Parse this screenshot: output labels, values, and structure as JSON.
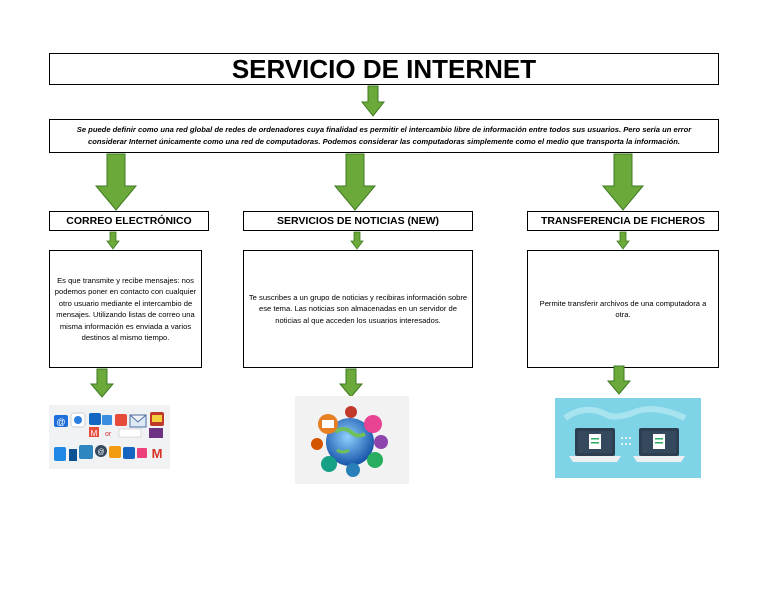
{
  "title": "SERVICIO DE INTERNET",
  "definition": "Se puede definir como una red global de redes de ordenadores cuya finalidad es permitir el intercambio libre de información entre todos sus usuarios. Pero sería un error considerar Internet únicamente como una red de computadoras. Podemos considerar las computadoras simplemente como el medio que transporta la información.",
  "colors": {
    "arrow": "#6aa93a",
    "arrow_stroke": "#3f7a22"
  },
  "branches": [
    {
      "heading": "CORREO ELECTRÓNICO",
      "description": "Es que transmite y recibe mensajes: nos podemos poner en contacto con cualquier otro usuario mediante el intercambio de mensajes. Utilizando listas de correo una misma información es enviada a varios destinos al mismo tiempo.",
      "image": "email-app-icons"
    },
    {
      "heading": "SERVICIOS DE NOTICIAS (NEW)",
      "description": "Te suscribes a un grupo de noticias y recibiras información sobre ese tema. Las noticias son almacenadas en un servidor de noticias al que acceden los usuarios interesados.",
      "image": "globe-news-icons"
    },
    {
      "heading": "TRANSFERENCIA DE FICHEROS",
      "description": "Permite transferir archivos de una computadora a otra.",
      "image": "laptops-file-transfer"
    }
  ]
}
